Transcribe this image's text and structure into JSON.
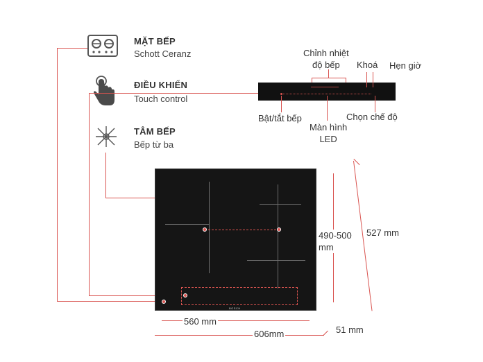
{
  "features": [
    {
      "icon": "cooktop-burners-icon",
      "title": "MẶT BẾP",
      "subtitle": "Schott Ceranz"
    },
    {
      "icon": "touch-hand-icon",
      "title": "ĐIỀU KHIỂN",
      "subtitle": "Touch control"
    },
    {
      "icon": "induction-coil-icon",
      "title": "TÂM BẾP",
      "subtitle": "Bếp từ ba"
    }
  ],
  "control_panel_labels": {
    "temp_adjust": "Chỉnh nhiệt\nđộ bếp",
    "lock": "Khoá",
    "timer": "Hẹn giờ",
    "power": "Bật/tắt bếp",
    "display": "Màn hình\nLED",
    "mode": "Chọn chế độ"
  },
  "dimensions": {
    "inner_width": "560 mm",
    "outer_width": "606mm",
    "inner_depth": "490-500\nmm",
    "outer_depth": "527 mm",
    "thickness": "51 mm"
  },
  "brand": "BOSCH",
  "colors": {
    "accent": "#d9534f",
    "glass": "#151515"
  }
}
